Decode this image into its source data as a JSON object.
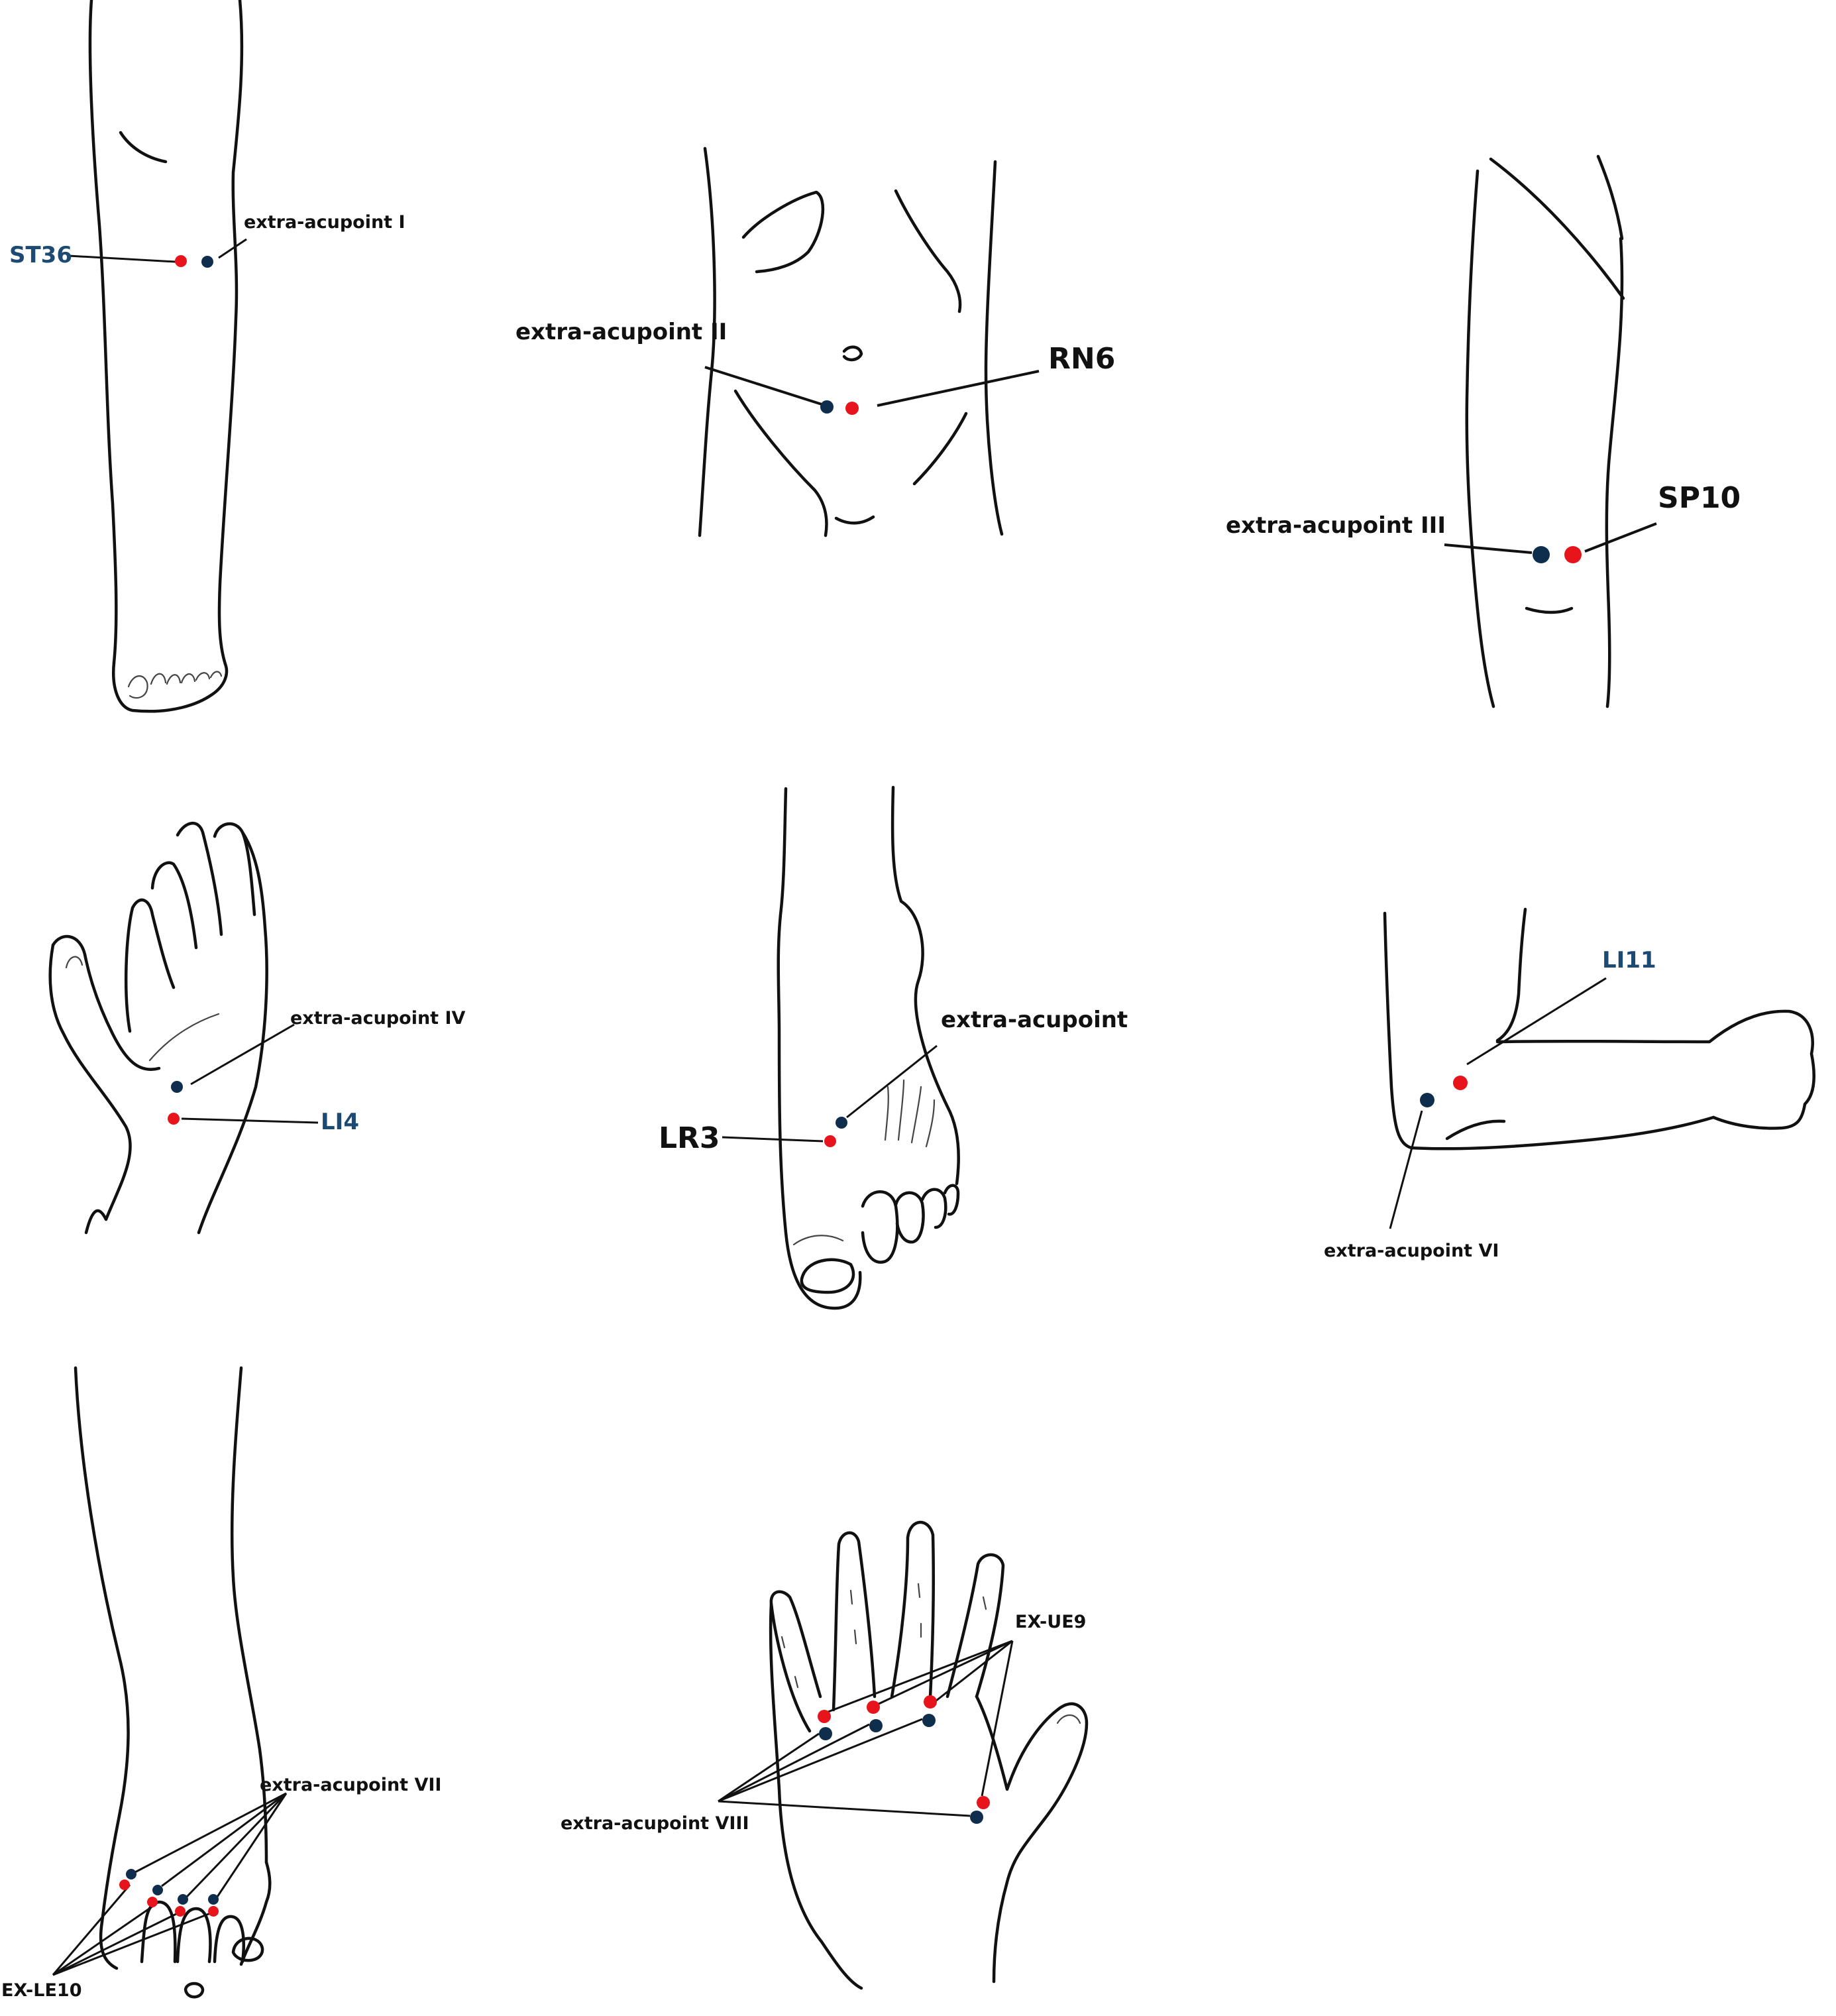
{
  "colors": {
    "standard_acupoint": "#e8141c",
    "extra_acupoint": "#0f2d4c",
    "blue_label": "#1d4a73",
    "black_label": "#111111"
  },
  "labels": {
    "st36": "ST36",
    "extra_acupoint_1": "extra-acupoint I",
    "extra_acupoint_2": "extra-acupoint II",
    "rn6": "RN6",
    "extra_acupoint_3": "extra-acupoint III",
    "sp10": "SP10",
    "extra_acupoint_4": "extra-acupoint IV",
    "li4": "LI4",
    "extra_acupoint_5": "extra-acupoint",
    "lr3": "LR3",
    "li11": "LI11",
    "extra_acupoint_6": "extra-acupoint VI",
    "extra_acupoint_7": "extra-acupoint VII",
    "ex_le10": "EX-LE10",
    "ex_ue9": "EX-UE9",
    "extra_acupoint_8": "extra-acupoint VIII"
  }
}
